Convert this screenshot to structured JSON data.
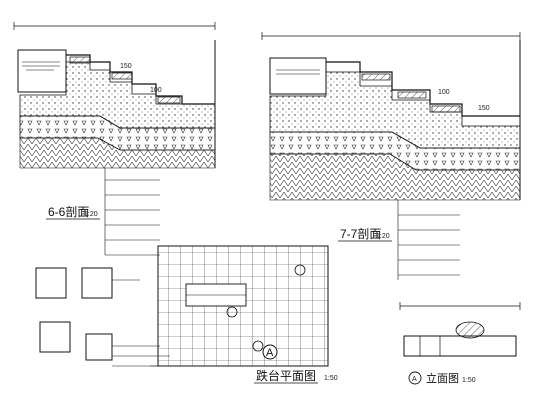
{
  "drawing": {
    "sections": [
      {
        "title": "6-6剖面",
        "scale": "1:20"
      },
      {
        "title": "7-7剖面",
        "scale": "1:20"
      }
    ],
    "plan": {
      "title": "跌台平面图",
      "scale": "1:50",
      "marker": "A"
    },
    "elevation": {
      "title": "立面图",
      "scale": "1:50",
      "marker": "A"
    },
    "step_level_labels": [
      "150",
      "100",
      "100",
      "150"
    ]
  },
  "colors": {
    "line": "#111111",
    "hatch": "#333333",
    "background": "#ffffff"
  }
}
